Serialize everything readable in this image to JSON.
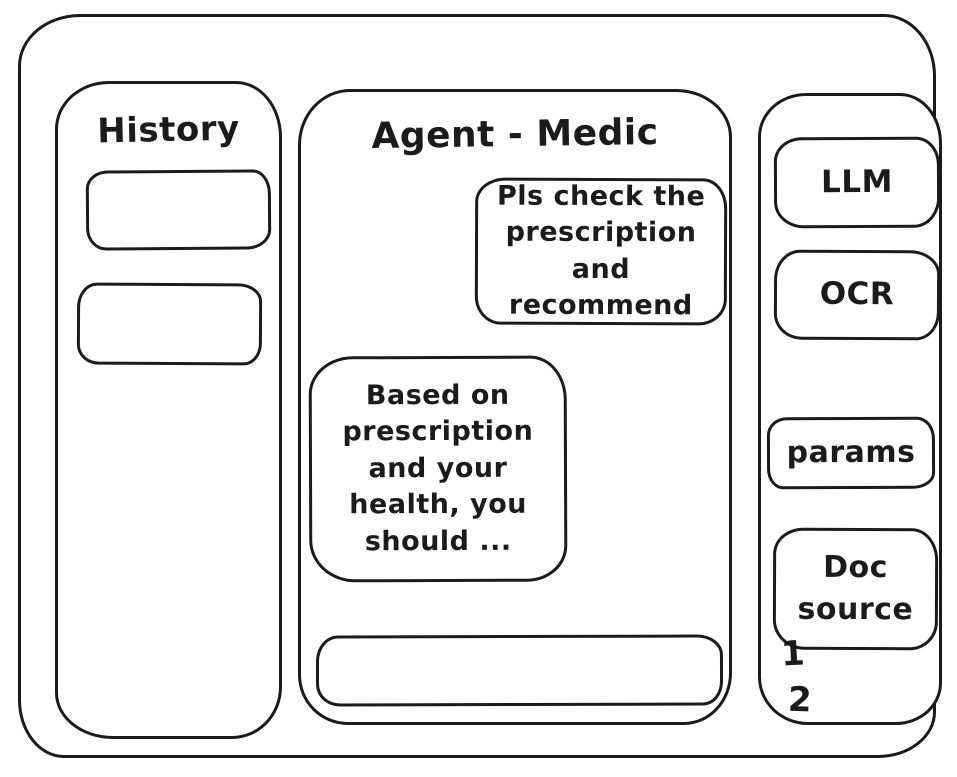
{
  "window": {
    "stroke_color": "#1b1b1b",
    "background": "#ffffff"
  },
  "history_panel": {
    "title": "History",
    "items": [
      {
        "label": ""
      },
      {
        "label": ""
      }
    ]
  },
  "chat_panel": {
    "title": "Agent - Medic",
    "messages": [
      {
        "role": "user",
        "text": "Pls check the prescription and recommend"
      },
      {
        "role": "assistant",
        "text": "Based on prescription and your health, you should ..."
      }
    ],
    "input_value": "",
    "input_placeholder": ""
  },
  "tools_panel": {
    "buttons": [
      {
        "label": "LLM"
      },
      {
        "label": "OCR"
      },
      {
        "label": "params"
      },
      {
        "label": "Doc source"
      }
    ],
    "doc_sources": [
      "1",
      "2"
    ]
  }
}
